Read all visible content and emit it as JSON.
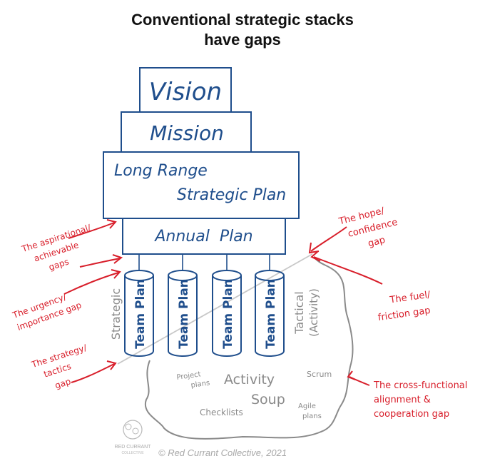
{
  "title": {
    "line1": "Conventional strategic stacks",
    "line2": "have gaps"
  },
  "stack": {
    "vision": "Vision",
    "mission": "Mission",
    "long_range_line1": "Long Range",
    "long_range_line2": "Strategic Plan",
    "annual": "Annual  Plan"
  },
  "team_plans": [
    "Team Plan",
    "Team Plan",
    "Team Plan",
    "Team Plan"
  ],
  "side_labels": {
    "strategic": "Strategic",
    "tactical_line1": "Tactical",
    "tactical_line2": "(Activity)"
  },
  "activity": {
    "project_plans_line1": "Project",
    "project_plans_line2": "plans",
    "activity_soup_line1": "Activity",
    "activity_soup_line2": "Soup",
    "scrum": "Scrum",
    "checklists": "Checklists",
    "agile_plans_line1": "Agile",
    "agile_plans_line2": "plans"
  },
  "gaps": {
    "aspirational": [
      "The aspirational/",
      "achievable",
      "gaps"
    ],
    "urgency": [
      "The urgency/",
      "importance gap"
    ],
    "strategy": [
      "The strategy/",
      "tactics",
      "gap"
    ],
    "hope": [
      "The hope/",
      "confidence",
      "gap"
    ],
    "fuel": [
      "The fuel/",
      "friction gap"
    ],
    "cross": [
      "The cross-functional",
      "alignment &",
      "cooperation gap"
    ]
  },
  "logo": {
    "line1": "RED CURRANT",
    "line2": "COLLECTIVE"
  },
  "copyright": "© Red Currant Collective, 2021",
  "colors": {
    "stack_blue": "#1f4e8c",
    "annotation_red": "#d81e2a",
    "activity_gray": "#8a8a8a",
    "title_black": "#111111"
  }
}
